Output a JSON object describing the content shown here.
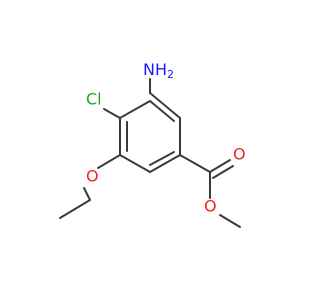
{
  "molecule": {
    "atoms": {
      "amino": {
        "label": "N",
        "sub": "H2",
        "subscript_digit": "2",
        "h": "H",
        "color": "#1a1aff"
      },
      "chloro": {
        "label": "Cl",
        "color": "#2da02d"
      },
      "ether_o": {
        "label": "O",
        "color": "#e8271f"
      },
      "carbonyl_o": {
        "label": "O",
        "color": "#e8271f"
      },
      "ester_o": {
        "label": "O",
        "color": "#e8271f"
      }
    },
    "bond_color": "#3a3a3a"
  }
}
